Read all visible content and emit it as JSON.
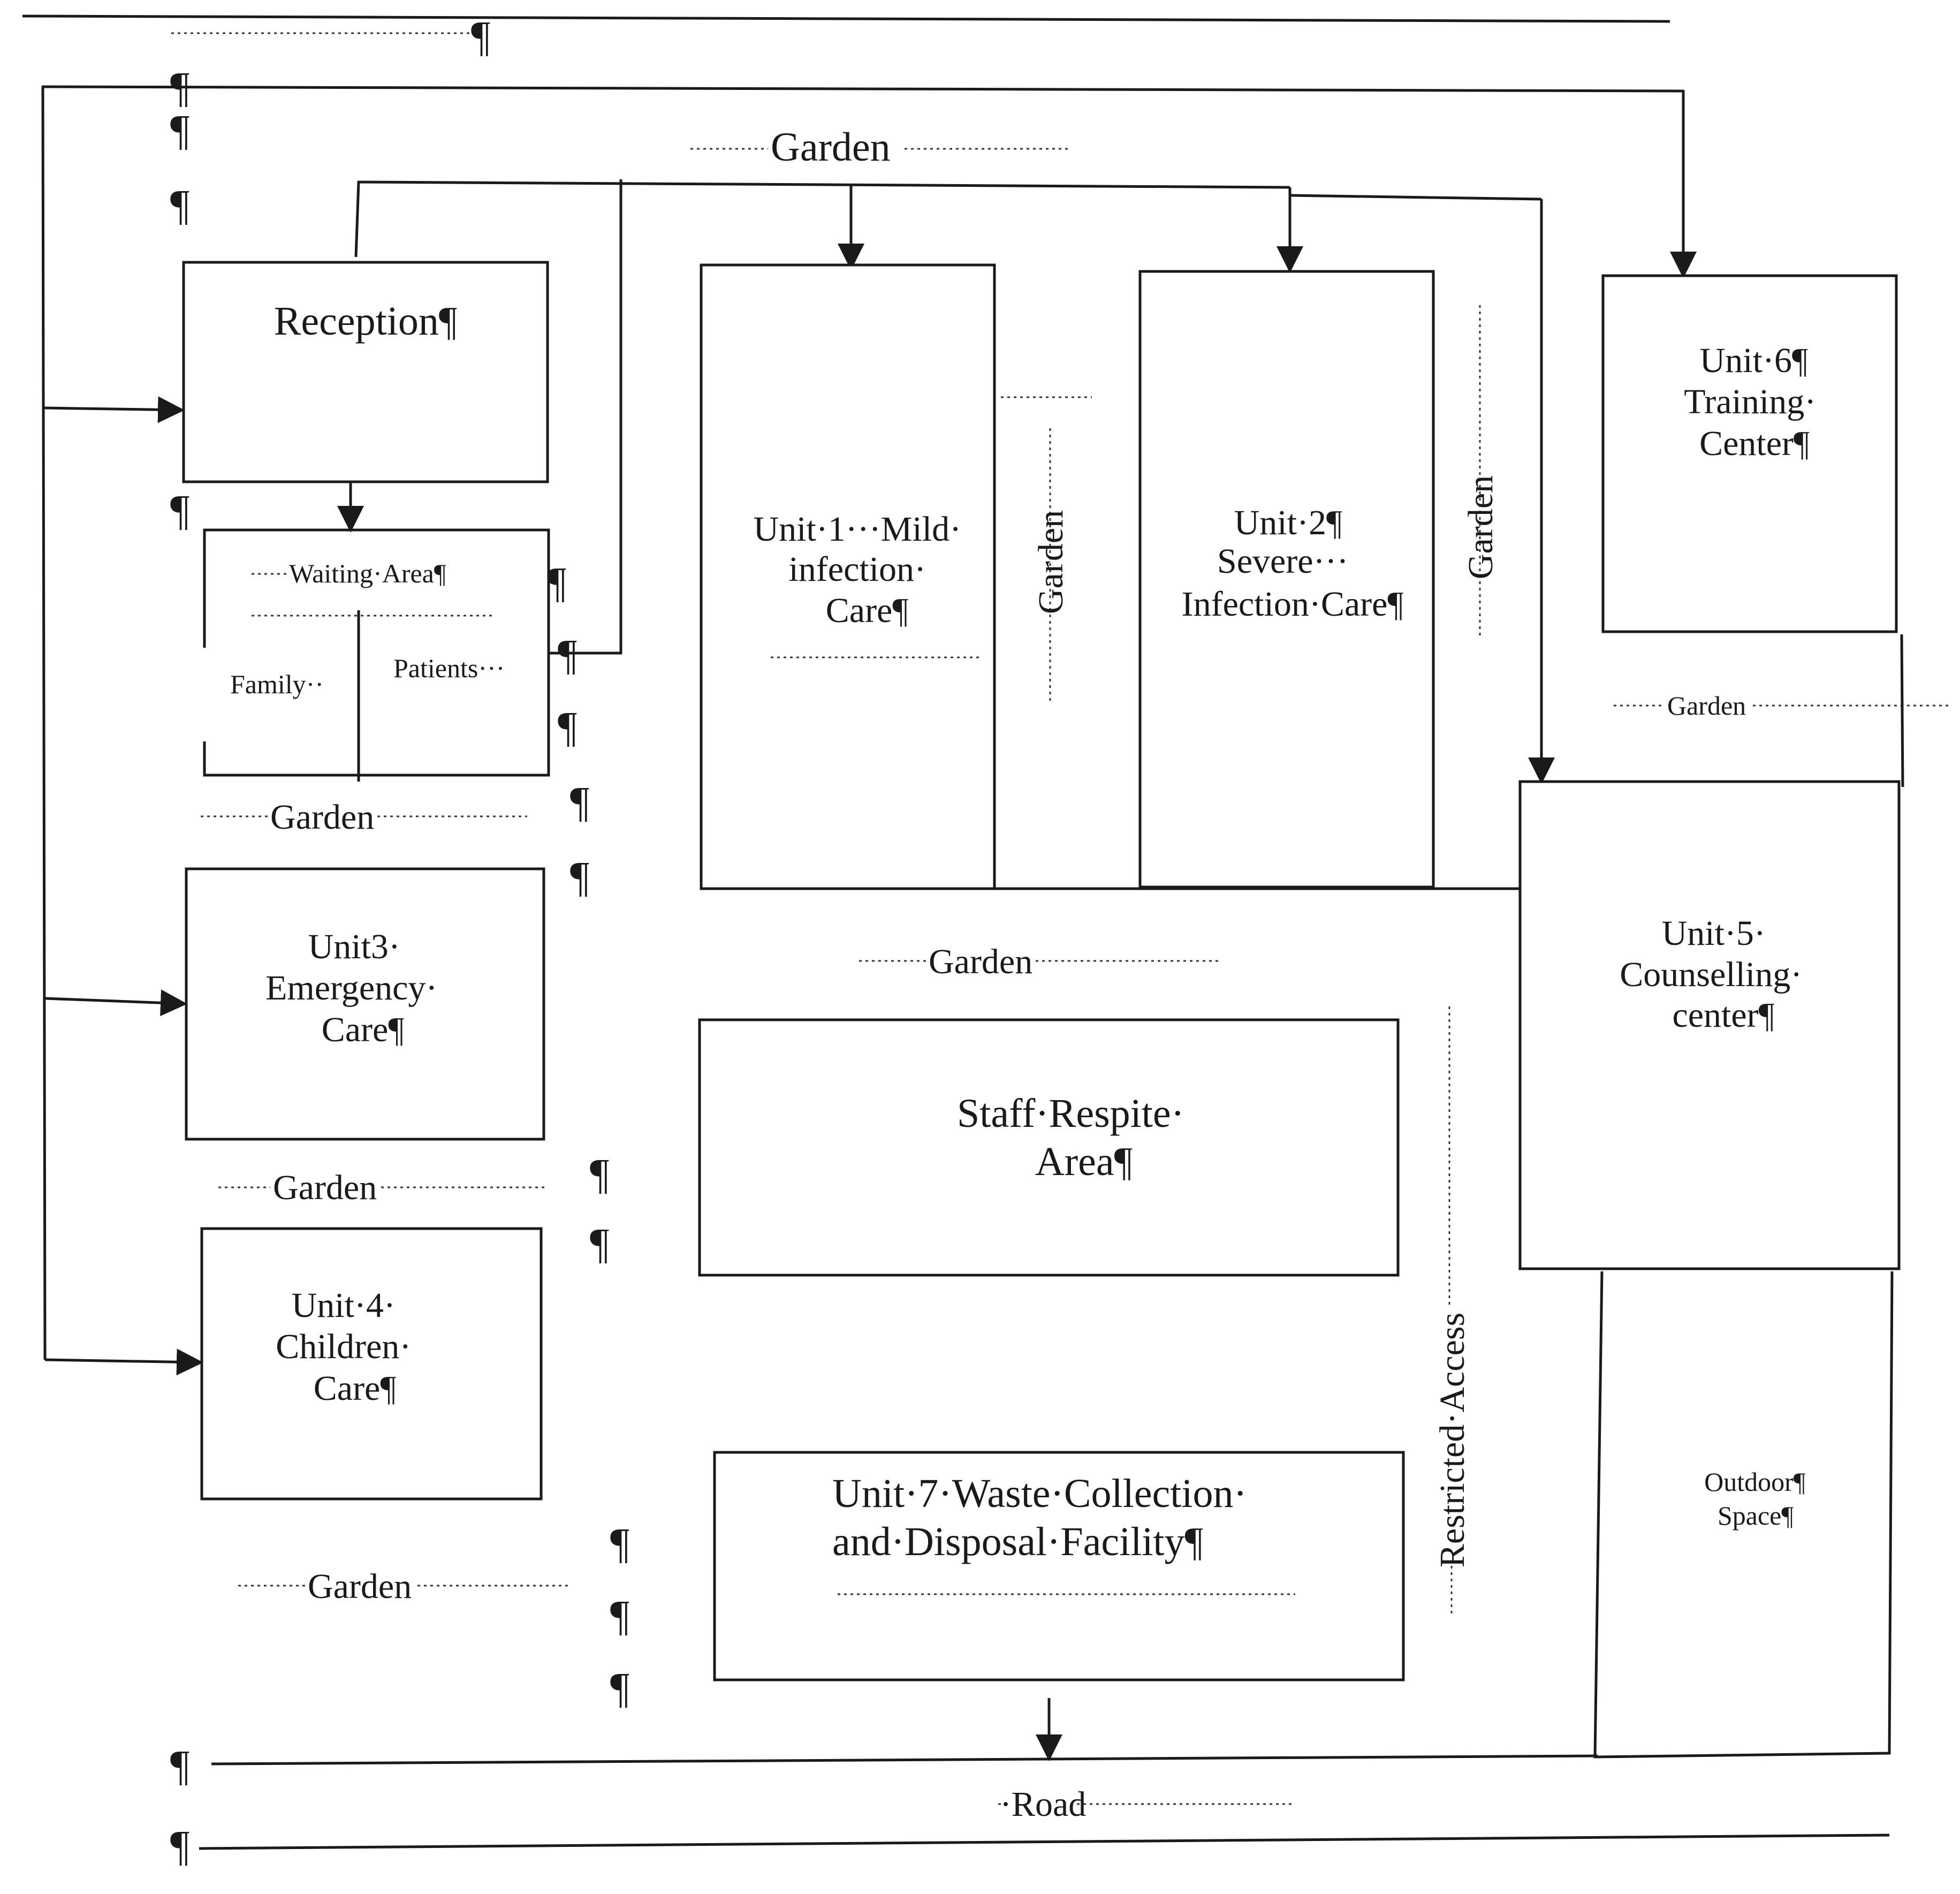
{
  "diagram": {
    "pilcrow": "¶",
    "units": {
      "reception": "Reception¶",
      "waiting_area": "Waiting·Area¶",
      "family": "Family··",
      "patients": "Patients···",
      "unit1": [
        "Unit·1···Mild·",
        "infection·",
        "Care¶"
      ],
      "unit2": [
        "Unit·2¶",
        "Severe···",
        "Infection·Care¶"
      ],
      "unit3": [
        "Unit3·",
        "Emergency·",
        "Care¶"
      ],
      "unit4": [
        "Unit·4·",
        "Children·",
        "Care¶"
      ],
      "unit5": [
        "Unit·5·",
        "Counselling·",
        "center¶"
      ],
      "unit6": [
        "Unit·6¶",
        "Training·",
        "Center¶"
      ],
      "unit7": [
        "Unit·7·Waste·Collection·",
        "and·Disposal·Facility¶"
      ],
      "staff_respite": [
        "Staff·Respite·",
        "Area¶"
      ],
      "outdoor_space": [
        "Outdoor¶",
        "Space¶"
      ]
    },
    "labels": {
      "garden": "Garden",
      "road": "·Road",
      "restricted_access": "Restricted·Access"
    }
  }
}
